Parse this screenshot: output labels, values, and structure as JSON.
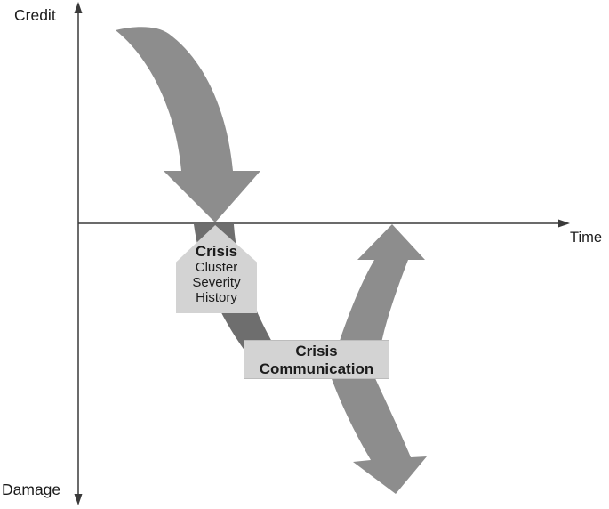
{
  "colors": {
    "arrow": "#8d8d8d",
    "band": "#6e6e6e",
    "panel": "#d3d3d3",
    "panel_border": "#bcbcbc",
    "axis": "#3a3a3a",
    "text": "#1b1b1b",
    "background": "#ffffff"
  },
  "axes": {
    "y_top_label": "Credit",
    "y_bottom_label": "Damage",
    "x_label": "Time"
  },
  "crisis_panel": {
    "title": "Crisis",
    "items": [
      "Cluster",
      "Severity",
      "History"
    ]
  },
  "communication_panel": {
    "line1": "Crisis",
    "line2": "Communication"
  }
}
